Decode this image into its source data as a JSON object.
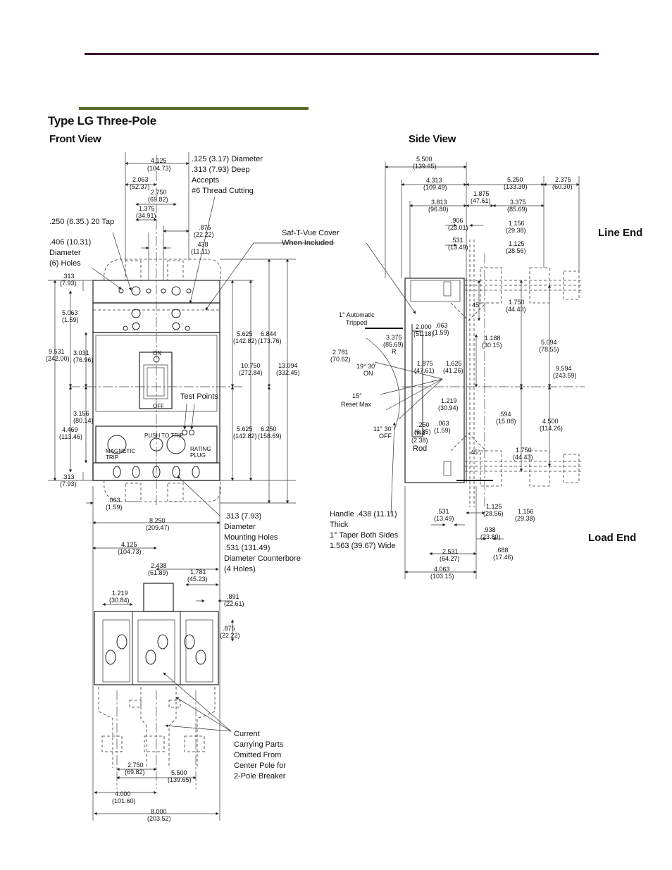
{
  "header": {
    "title": "Type LG Three-Pole"
  },
  "views": {
    "front": "Front View",
    "side": "Side View",
    "line_end": "Line End",
    "load_end": "Load End"
  },
  "notes": {
    "hole_a1": ".125 (3.17) Diameter",
    "hole_a2": ".313 (7.93) Deep",
    "hole_a3": "Accepts",
    "hole_a4": "#6 Thread Cutting",
    "tap": ".250 (6.35.) 20 Tap",
    "holes6_1": ".406 (10.31)",
    "holes6_2": "Diameter",
    "holes6_3": "(6) Holes",
    "cover1": "Saf-T-Vue Cover",
    "cover2": "When Included",
    "test_points": "Test Points",
    "push_to_trip": "PUSH TO TRIP",
    "magnetic1": "MAGNETIC",
    "magnetic2": "TRIP",
    "rating1": "RATING",
    "rating2": "PLUG",
    "on": "ON",
    "off": "OFF",
    "mount1": ".313 (7.93)",
    "mount2": "Diameter",
    "mount3": "Mounting Holes",
    "mount4": ".531 (131.49)",
    "mount5": "Diameter Counterbore",
    "mount6": "(4 Holes)",
    "handle1": "Handle .438 (11.11)",
    "handle2": "Thick",
    "handle3": "1° Taper Both Sides",
    "handle4": "1.563 (39.67) Wide",
    "auto1": "1° Automatic",
    "auto2": "Tripped",
    "on_angle1": "19° 30'",
    "on_angle2": "ON",
    "reset1": "15°",
    "reset2": "Reset Max",
    "off_angle1": "11° 30'",
    "off_angle2": "OFF",
    "rod1": ".094",
    "rod2": "(2.38)",
    "rod3": "Rod",
    "radius1": "3.375",
    "radius2": "(85.69)",
    "radius3": "R",
    "current1": "Current",
    "current2": "Carrying Parts",
    "current3": "Omitted From",
    "current4": "Center Pole for",
    "current5": "2-Pole Breaker",
    "deg45a": "45°",
    "deg45b": "45°"
  },
  "dimensions": {
    "d4125": "4.125",
    "d4125m": "(104.73)",
    "d2063": "2.063",
    "d2063m": "(52.37)",
    "d2750": "2.750",
    "d2750m": "(69.82)",
    "d1375": "1.375",
    "d1375m": "(34.91)",
    "d875": ".875",
    "d875m": "(22.22)",
    "d438": ".438",
    "d438m": "(11.11)",
    "d313a": ".313",
    "d313am": "(7.93)",
    "d5063": "5.063",
    "d5063m": "(1.59)",
    "d9531": "9.531",
    "d9531m": "(242.00)",
    "d3031": "3.031",
    "d3031m": "(76.96)",
    "d3156": "3.156",
    "d3156m": "(80.14)",
    "d4469": "4.469",
    "d4469m": "(113.46)",
    "d313b": ".313",
    "d313bm": "(7.93)",
    "d063a": ".063",
    "d063am": "(1.59)",
    "d5625a": "5.625",
    "d5625am": "(142.82)",
    "d6844": "6.844",
    "d6844m": "(173.76)",
    "d10750": "10.750",
    "d10750m": "(272.84)",
    "d13094": "13.094",
    "d13094m": "(332.45)",
    "d5625b": "5.625",
    "d5625bm": "(142.82)",
    "d6250": "6.250",
    "d6250m": "(158.69)",
    "d8250": "8.250",
    "d8250m": "(209.47)",
    "d4125b": "4.125",
    "d4125bm": "(104.73)",
    "d2438": "2.438",
    "d2438m": "(61.89)",
    "d1781": "1.781",
    "d1781m": "(45.23)",
    "d1219a": "1.219",
    "d1219am": "(30.84)",
    "d891": ".891",
    "d891m": "(22.61)",
    "d875b": ".875",
    "d875bm": "(22.22)",
    "d2750b": "2.750",
    "d2750bm": "(69.82)",
    "d5500a": "5.500",
    "d5500am": "(139.65)",
    "d4000": "4.000",
    "d4000m": "(101.60)",
    "d8000": "8.000",
    "d8000m": "(203.52)",
    "s5500": "5.500",
    "s5500m": "(139.65)",
    "s4313": "4.313",
    "s4313m": "(109.49)",
    "s5250": "5.250",
    "s5250m": "(133.30)",
    "s2375": "2.375",
    "s2375m": "(60.30)",
    "s1875a": "1.875",
    "s1875am": "(47.61)",
    "s3813": "3.813",
    "s3813m": "(96.80)",
    "s3375": "3.375",
    "s3375m": "(85.69)",
    "s906": ".906",
    "s906m": "(23.01)",
    "s1156a": "1.156",
    "s1156am": "(29.38)",
    "s531a": ".531",
    "s531am": "(13.49)",
    "s1125a": "1.125",
    "s1125am": "(28.56)",
    "s1750a": "1.750",
    "s1750am": "(44.43)",
    "s2000": "2.000",
    "s2000m": "(51.18)",
    "s063a": ".063",
    "s063am": "(1.59)",
    "s1188": "1.188",
    "s1188m": "(30.15)",
    "s2781": "2.781",
    "s2781m": "(70.62)",
    "s1875b": "1.875",
    "s1875bm": "(47.61)",
    "s1625": "1.625",
    "s1625m": "(41.26)",
    "s5094": "5.094",
    "s5094m": "(78.55)",
    "s9594": "9.594",
    "s9594m": "(243.59)",
    "s1219": "1.219",
    "s1219m": "(30.94)",
    "s250": ".250",
    "s250m": "(6.35)",
    "s063b": ".063",
    "s063bm": "(1.59)",
    "s594": ".594",
    "s594m": "(15.08)",
    "s4500": "4.500",
    "s4500m": "(114.26)",
    "s1750b": "1.750",
    "s1750bm": "(44.43)",
    "s1125b": "1.125",
    "s1125bm": "(28.56)",
    "s1156b": "1.156",
    "s1156bm": "(29.38)",
    "s531b": ".531",
    "s531bm": "(13.49)",
    "s938": ".938",
    "s938m": "(23.80)",
    "s2531": "2.531",
    "s2531m": "(64.27)",
    "s688": ".688",
    "s688m": "(17.46)",
    "s4063": "4.063",
    "s4063m": "(103.15)"
  }
}
